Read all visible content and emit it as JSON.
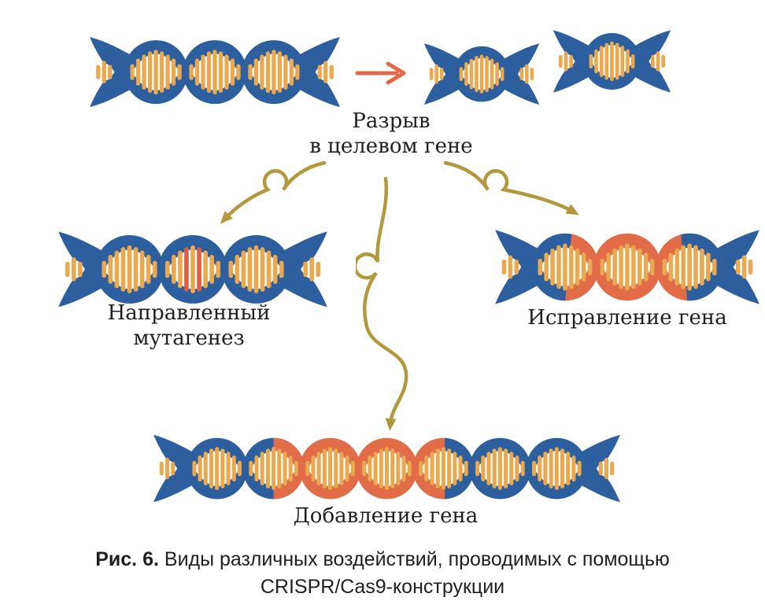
{
  "palette": {
    "dna_blue": "#2d5f9e",
    "dna_orange": "#e06c48",
    "bar_yellow": "#eaa94f",
    "bar_red": "#dd5f43",
    "arrow_gold": "#b3993d",
    "arrow_orange": "#e0694a",
    "text_dark": "#1f1f1f"
  },
  "labels": {
    "break": {
      "line1": "Разрыв",
      "line2": "в целевом гене"
    },
    "mutagenesis": {
      "line1": "Направленный",
      "line2": "мутагенез"
    },
    "correction": "Исправление гена",
    "addition": "Добавление гена"
  },
  "caption": {
    "figure_label": "Рис. 6.",
    "line1": "Виды различных воздействий, проводимых с помощью",
    "line2": "CRISPR/Cas9-конструкции"
  },
  "dna_segments": [
    {
      "id": "dna-intact",
      "bubbles": [
        {
          "body": [
            "blue"
          ]
        },
        {
          "body": [
            "blue"
          ]
        },
        {
          "body": [
            "blue"
          ]
        }
      ]
    },
    {
      "id": "dna-fragment-left",
      "bubbles": [
        {
          "body": [
            "blue"
          ]
        }
      ]
    },
    {
      "id": "dna-fragment-right",
      "bubbles": [
        {
          "body": [
            "blue"
          ]
        }
      ]
    },
    {
      "id": "dna-mutagenesis",
      "bubbles": [
        {
          "body": [
            "blue"
          ]
        },
        {
          "body": [
            "blue"
          ],
          "red_bars": [
            3,
            5
          ]
        },
        {
          "body": [
            "blue"
          ]
        }
      ]
    },
    {
      "id": "dna-correction",
      "bubbles": [
        {
          "body": [
            "blue",
            "orange"
          ],
          "split": 0.55,
          "slant": 4
        },
        {
          "body": [
            "orange"
          ]
        },
        {
          "body": [
            "orange",
            "blue"
          ],
          "split": 0.42,
          "slant": -4
        }
      ]
    },
    {
      "id": "dna-addition",
      "bubbles": [
        {
          "body": [
            "blue"
          ]
        },
        {
          "body": [
            "blue",
            "orange"
          ],
          "split": 0.5
        },
        {
          "body": [
            "orange"
          ]
        },
        {
          "body": [
            "orange"
          ]
        },
        {
          "body": [
            "orange",
            "blue"
          ],
          "split": 0.52
        },
        {
          "body": [
            "blue"
          ]
        },
        {
          "body": [
            "blue"
          ]
        }
      ]
    }
  ]
}
